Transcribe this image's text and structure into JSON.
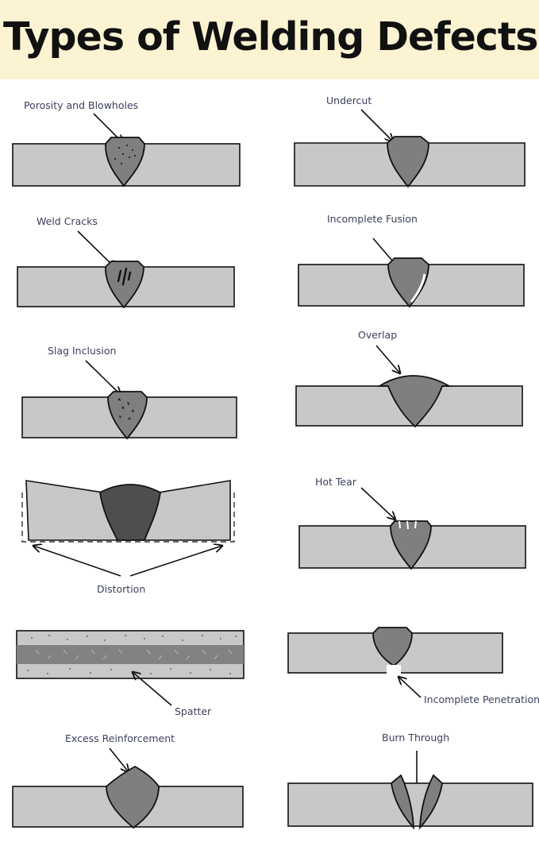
{
  "title": "Types of Welding Defects",
  "defects": [
    {
      "id": "porosity",
      "label": "Porosity and Blowholes"
    },
    {
      "id": "undercut",
      "label": "Undercut"
    },
    {
      "id": "weld-cracks",
      "label": "Weld Cracks"
    },
    {
      "id": "incomplete-fusion",
      "label": "Incomplete Fusion"
    },
    {
      "id": "slag-inclusion",
      "label": "Slag Inclusion"
    },
    {
      "id": "overlap",
      "label": "Overlap"
    },
    {
      "id": "distortion",
      "label": "Distortion"
    },
    {
      "id": "hot-tear",
      "label": "Hot Tear"
    },
    {
      "id": "spatter",
      "label": "Spatter"
    },
    {
      "id": "incomplete-penetration",
      "label": "Incomplete Penetration"
    },
    {
      "id": "excess-reinforcement",
      "label": "Excess Reinforcement"
    },
    {
      "id": "burn-through",
      "label": "Burn Through"
    }
  ],
  "colors": {
    "header_bg": "#fcf3d2",
    "plate": "#c8c8c8",
    "weld": "#7f7f7f",
    "weld_dark": "#4e4e4e",
    "outline": "#111111",
    "label": "#3b3f5c"
  }
}
